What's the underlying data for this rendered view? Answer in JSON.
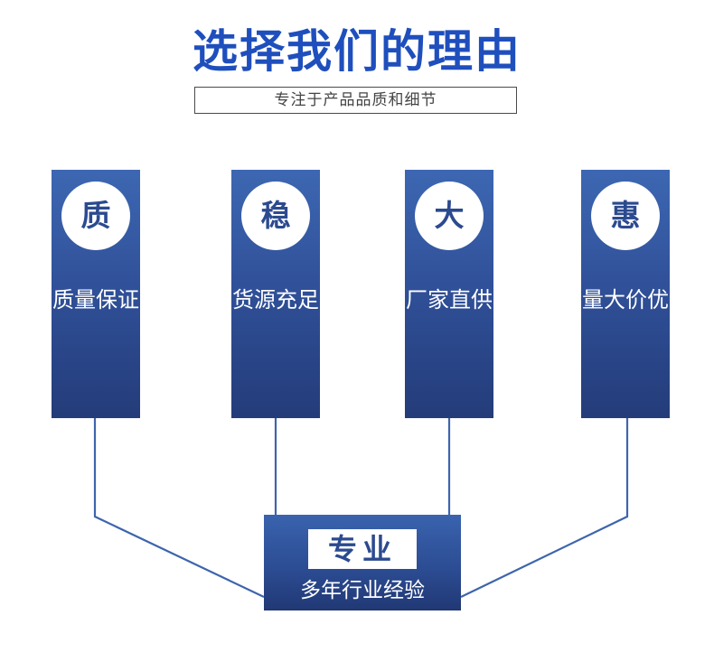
{
  "header": {
    "title": "选择我们的理由",
    "subtitle": "专注于产品品质和细节"
  },
  "cards": [
    {
      "badge": "质",
      "text": "质量保证"
    },
    {
      "badge": "稳",
      "text": "货源充足"
    },
    {
      "badge": "大",
      "text": "厂家直供"
    },
    {
      "badge": "惠",
      "text": "量大价优"
    }
  ],
  "bottom": {
    "label": "专业",
    "desc": "多年行业经验"
  },
  "colors": {
    "title": "#1f4fbd",
    "card_top": "#3d67b2",
    "card_bottom": "#243c79",
    "connector": "#3e65ac"
  }
}
